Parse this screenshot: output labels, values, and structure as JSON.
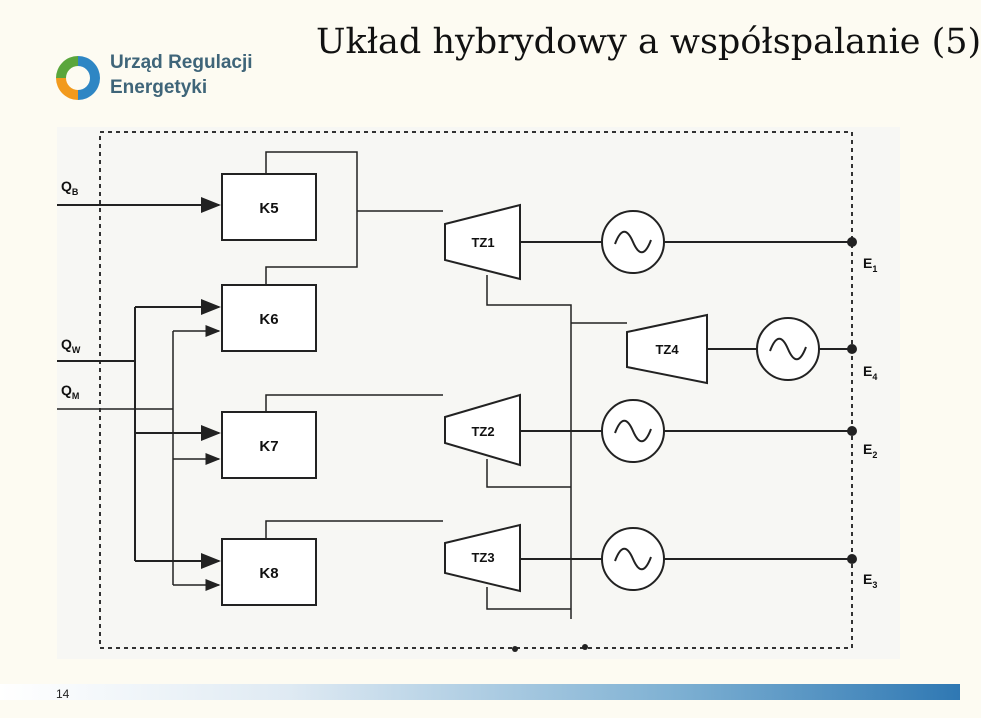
{
  "header": {
    "title": "Układ hybrydowy a współspalanie (5)",
    "logo": {
      "line1": "Urząd Regulacji",
      "line2": "Energetyki",
      "colors": {
        "green": "#5aa63c",
        "blue": "#2e86c4",
        "orange": "#f29a1d",
        "text": "#3f6579"
      }
    }
  },
  "diagram": {
    "inputs": [
      {
        "id": "qb",
        "label": "Q",
        "sub": "B"
      },
      {
        "id": "qw",
        "label": "Q",
        "sub": "W"
      },
      {
        "id": "qm",
        "label": "Q",
        "sub": "M"
      }
    ],
    "boilers": [
      "K5",
      "K6",
      "K7",
      "K8"
    ],
    "turbines": [
      "TZ1",
      "TZ4",
      "TZ2",
      "TZ3"
    ],
    "outputs": [
      {
        "id": "e1",
        "label": "E",
        "sub": "1"
      },
      {
        "id": "e4",
        "label": "E",
        "sub": "4"
      },
      {
        "id": "e2",
        "label": "E",
        "sub": "2"
      },
      {
        "id": "e3",
        "label": "E",
        "sub": "3"
      }
    ],
    "generator_icon": "sine-wave-icon"
  },
  "footer": {
    "page_number": "14"
  }
}
